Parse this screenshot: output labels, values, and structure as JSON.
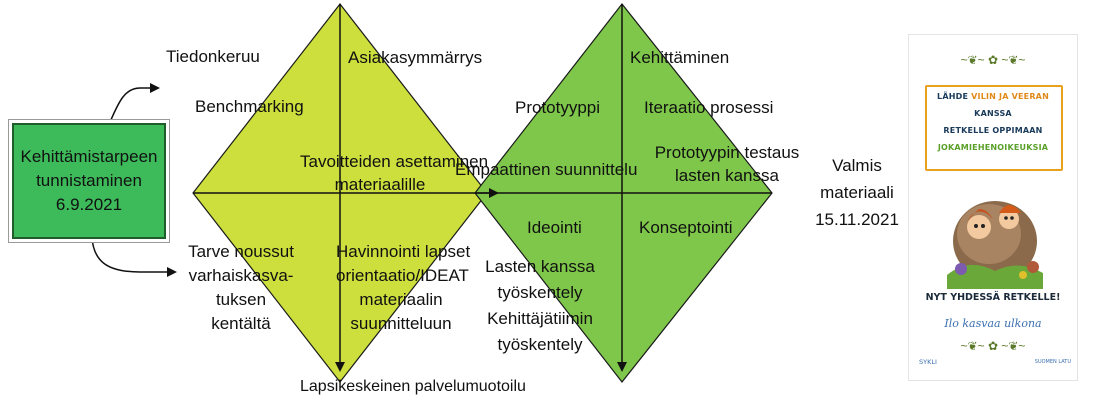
{
  "start": {
    "line1": "Kehittämistarpeen",
    "line2": "tunnistaminen",
    "line3": "6.9.2021"
  },
  "left_diamond": {
    "top_left_label": "Tiedonkeruu",
    "top_right_label": "Asiakasymmärrys",
    "upper_left": "Benchmarking",
    "upper_right": [
      "Tavoitteiden asettaminen",
      "materiaalille"
    ],
    "lower_left": [
      "Tarve noussut",
      "varhaiskasva-",
      "tuksen",
      "kentältä"
    ],
    "lower_right": [
      "Havinnointi lapset",
      "orientaatio/IDEAT",
      "materiaalin",
      "suunnitteluun"
    ],
    "bottom_label": "Lapsikeskeinen palvelumuotoilu"
  },
  "right_diamond": {
    "top_right_label": "Kehittäminen",
    "upper_left": "Prototyyppi",
    "upper_right": "Iteraatio prosessi",
    "upper_right_2": [
      "Prototyypin testaus",
      "lasten kanssa"
    ],
    "center_left": "Empaattinen suunnittelu",
    "lower_left": "Ideointi",
    "lower_right": "Konseptointi",
    "below": [
      "Lasten kanssa",
      "työskentely",
      "Kehittäjätiimin",
      "työskentely"
    ]
  },
  "end": {
    "line1": "Valmis",
    "line2": "materiaali",
    "line3": "15.11.2021"
  },
  "poster": {
    "title_line1_a": "LÄHDE",
    "title_line1_b": "VILIN JA VEERAN",
    "title_line2": "KANSSA",
    "title_line3": "RETKELLE OPPIMAAN",
    "title_line4": "JOKAMIEHENOIKEUKSIA",
    "slogan": "NYT YHDESSÄ RETKELLE!",
    "script": "Ilo kasvaa ulkona",
    "logo_left": "SYKLI",
    "logo_right": "SUOMEN LATU"
  },
  "colors": {
    "left_diamond": "#ccdf3c",
    "right_diamond": "#7ec74a",
    "start_box": "#3dbb5a",
    "poster_frame": "#e7a11c"
  }
}
